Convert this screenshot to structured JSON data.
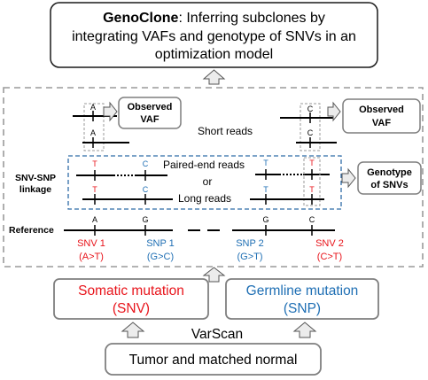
{
  "title": {
    "bold": "GenoClone",
    "line1_rest": ": Inferring subclones by",
    "line2": "integrating VAFs and genotype of SNVs in an",
    "line3": "optimization model"
  },
  "labels": {
    "observed_vaf_left": [
      "Observed",
      "VAF"
    ],
    "observed_vaf_right": [
      "Observed",
      "VAF"
    ],
    "short_reads": "Short reads",
    "paired_end_reads": "Paired-end reads",
    "or": "or",
    "long_reads": "Long reads",
    "genotype_of_snvs": [
      "Genotype",
      "of SNVs"
    ],
    "snv_snp_linkage": [
      "SNV-SNP",
      "linkage"
    ],
    "reference": "Reference",
    "varscan": "VarScan"
  },
  "alleles": {
    "short_top_left": "A",
    "short_bottom_left": "A",
    "short_top_right": "C",
    "short_bottom_right": "C",
    "paired_left_snv": "T",
    "paired_left_snp": "C",
    "paired_right_snp": "T",
    "paired_right_snv": "T",
    "long_left_snv": "T",
    "long_left_snp": "C",
    "long_right_snp": "T",
    "long_right_snv": "T",
    "ref_snv1": "A",
    "ref_snp1": "G",
    "ref_snp2": "G",
    "ref_snv2": "C"
  },
  "variants": [
    {
      "name": "SNV 1",
      "change": "(A>T)",
      "kind": "snv"
    },
    {
      "name": "SNP 1",
      "change": "(G>C)",
      "kind": "snp"
    },
    {
      "name": "SNP 2",
      "change": "(G>T)",
      "kind": "snp"
    },
    {
      "name": "SNV 2",
      "change": "(C>T)",
      "kind": "snv"
    }
  ],
  "mutations": {
    "somatic": [
      "Somatic mutation",
      "(SNV)"
    ],
    "germline": [
      "Germline mutation",
      "(SNP)"
    ]
  },
  "source": "Tumor and matched normal",
  "colors": {
    "snv_red": "#e8141b",
    "snp_blue": "#1f6fb4",
    "box_border": "#7f7f7f",
    "dashed_gray": "#9a9a9a",
    "dashed_blue": "#2f6ca8",
    "arrow_fill": "#ececec",
    "text": "#000000"
  }
}
